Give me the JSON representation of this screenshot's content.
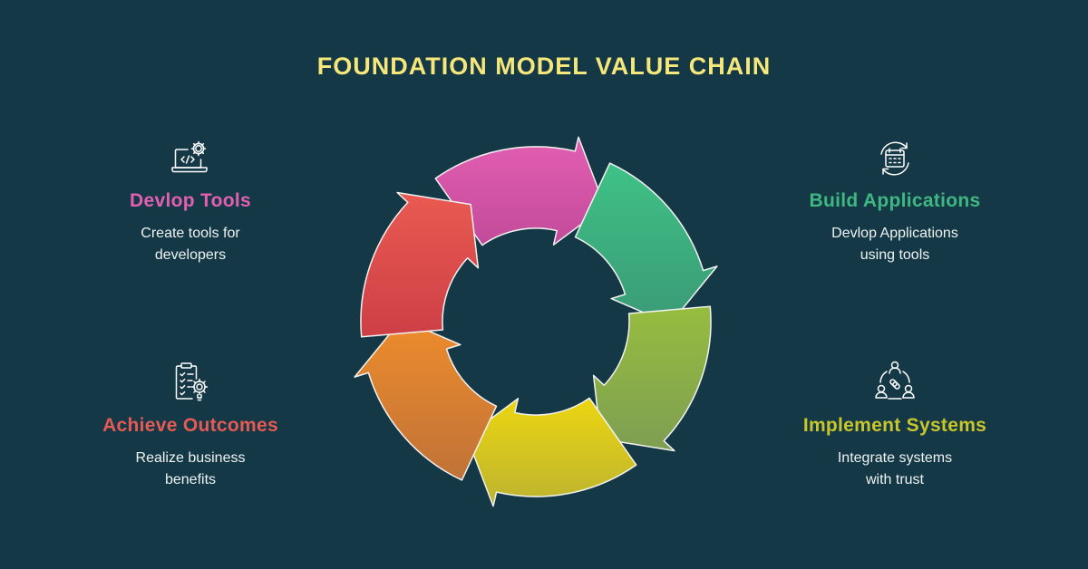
{
  "title": "FOUNDATION MODEL VALUE CHAIN",
  "colors": {
    "background": "#143845",
    "title": "#f6e77b",
    "pink": "#e35fb2",
    "green": "#3fb782",
    "olive": "#92b843",
    "yellow": "#e5d21a",
    "orange": "#e88a35",
    "red": "#e65a55"
  },
  "steps": [
    {
      "heading": "Devlop Tools",
      "desc_lines": [
        "Create tools for",
        "developers"
      ],
      "icon": "laptop-gear-icon",
      "color": "#e35fb2"
    },
    {
      "heading": "Build Applications",
      "desc_lines": [
        "Devlop Applications",
        "using tools"
      ],
      "icon": "calendar-cycle-icon",
      "color": "#3fb782"
    },
    {
      "heading": "Achieve Outcomes",
      "desc_lines": [
        "Realize business",
        "benefits"
      ],
      "icon": "checklist-gear-icon",
      "color": "#e65a55"
    },
    {
      "heading": "Implement Systems",
      "desc_lines": [
        "Integrate systems",
        "with trust"
      ],
      "icon": "people-network-icon",
      "color": "#c9c62c"
    }
  ],
  "cycle_segments": [
    {
      "name": "pink",
      "top": "#e35fb2",
      "bottom": "#c24a9a"
    },
    {
      "name": "green",
      "top": "#3fc286",
      "bottom": "#3a9a76"
    },
    {
      "name": "olive",
      "top": "#97bd3f",
      "bottom": "#7e9e52"
    },
    {
      "name": "yellow",
      "top": "#ecd611",
      "bottom": "#bcb330"
    },
    {
      "name": "orange",
      "top": "#ee8c2c",
      "bottom": "#c07238"
    },
    {
      "name": "red",
      "top": "#ea5a52",
      "bottom": "#cc3f45"
    }
  ]
}
